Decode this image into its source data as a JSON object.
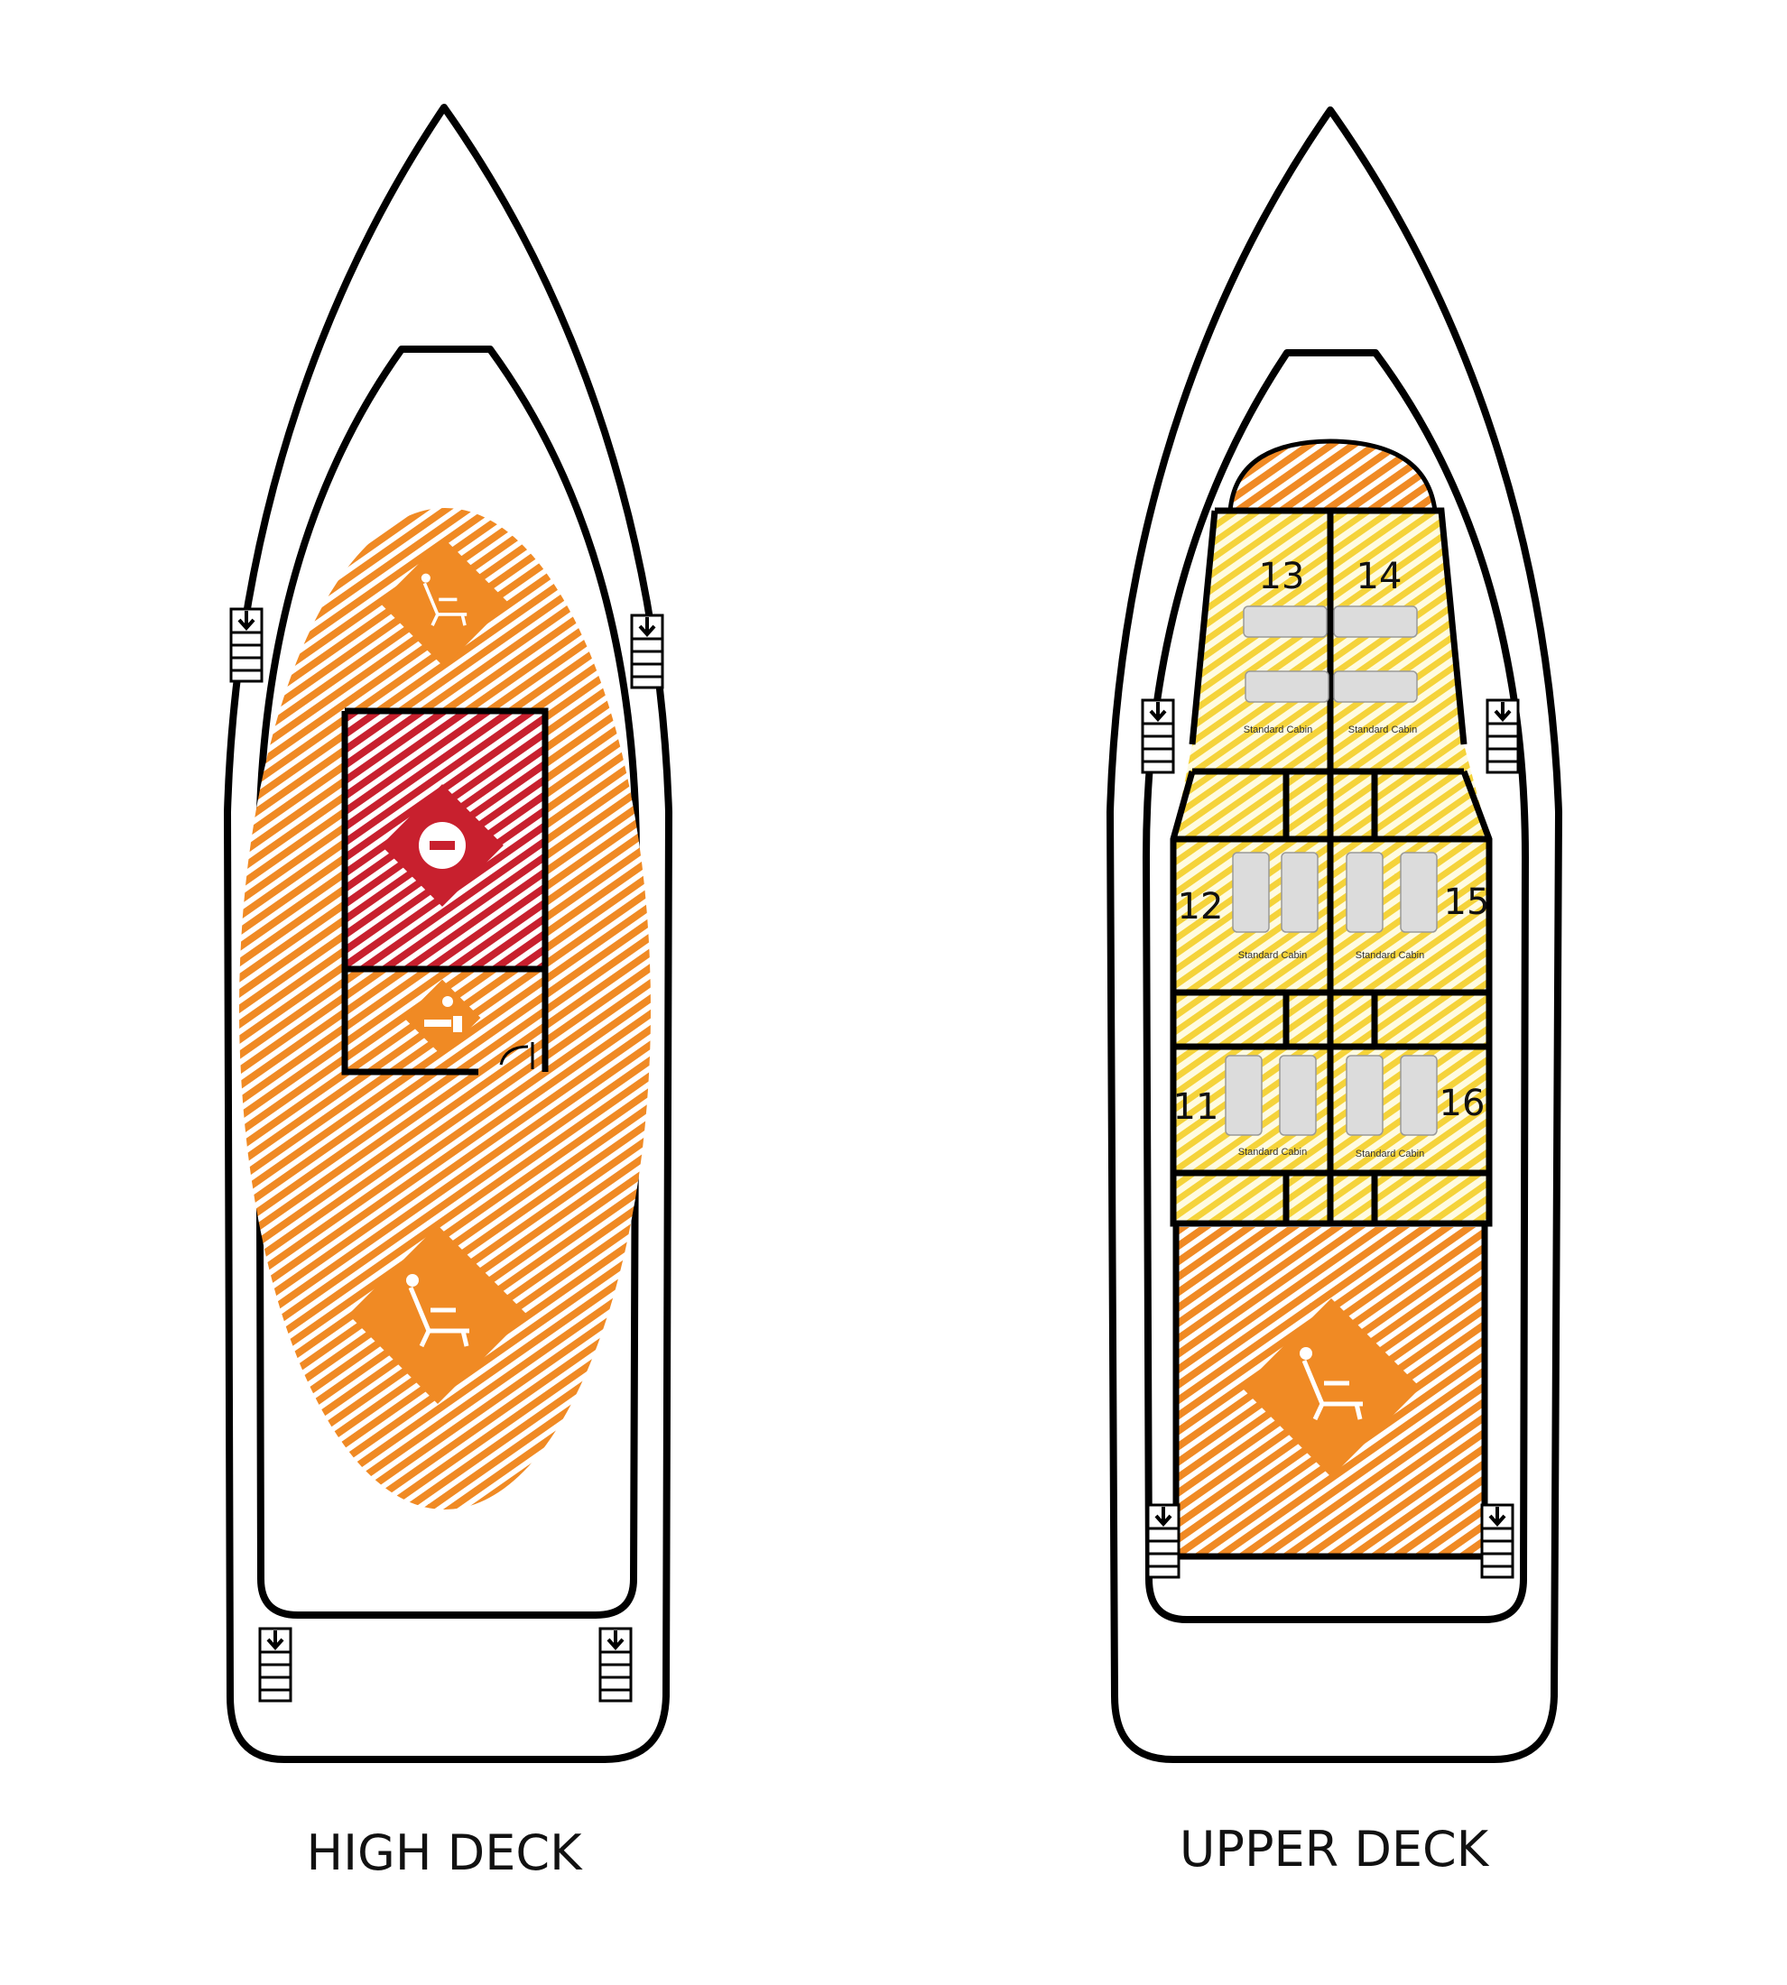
{
  "decks": [
    {
      "name": "HIGH DECK",
      "areas": [
        "sun-deck",
        "restricted-area",
        "massage-room"
      ]
    },
    {
      "name": "UPPER DECK",
      "cabins": [
        {
          "number": "13",
          "type": "Standard Cabin"
        },
        {
          "number": "14",
          "type": "Standard Cabin"
        },
        {
          "number": "12",
          "type": "Standard Cabin"
        },
        {
          "number": "15",
          "type": "Standard Cabin"
        },
        {
          "number": "11",
          "type": "Standard Cabin"
        },
        {
          "number": "16",
          "type": "Standard Cabin"
        }
      ]
    }
  ],
  "colors": {
    "sun_deck": "#f08a24",
    "restricted": "#c8202e",
    "cabin": "#f5d33a"
  }
}
